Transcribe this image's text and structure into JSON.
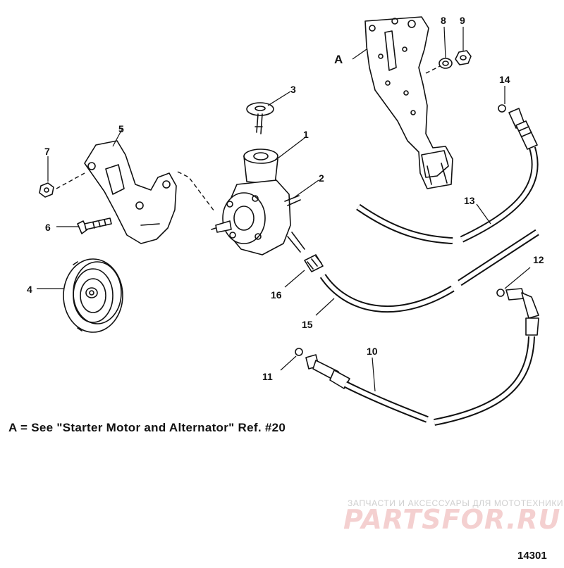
{
  "diagram": {
    "ref_letter": "A",
    "callouts": {
      "c1": "1",
      "c2": "2",
      "c3": "3",
      "c4": "4",
      "c5": "5",
      "c6": "6",
      "c7": "7",
      "c8": "8",
      "c9": "9",
      "c10": "10",
      "c11": "11",
      "c12": "12",
      "c13": "13",
      "c14": "14",
      "c15": "15",
      "c16": "16"
    },
    "note": "A = See \"Starter Motor and Alternator\" Ref. #20",
    "diagram_id": "14301"
  },
  "watermark": {
    "tagline": "ЗАПЧАСТИ И АКСЕССУАРЫ ДЛЯ МОТОТЕХНИКИ",
    "brand": "PARTSFOR.RU"
  }
}
